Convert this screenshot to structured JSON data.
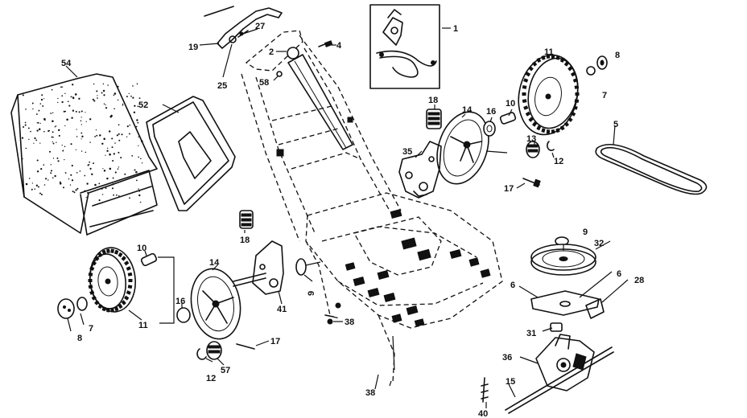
{
  "callouts": {
    "c1": "1",
    "c2": "2",
    "c4": "4",
    "c5": "5",
    "c6a": "6",
    "c6b": "6",
    "c7a": "7",
    "c7b": "7",
    "c8a": "8",
    "c8b": "8",
    "c9a": "9",
    "c9b": "9",
    "c10a": "10",
    "c10b": "10",
    "c11a": "11",
    "c11b": "11",
    "c12a": "12",
    "c12b": "12",
    "c13": "13",
    "c14a": "14",
    "c14b": "14",
    "c15": "15",
    "c16a": "16",
    "c16b": "16",
    "c17a": "17",
    "c17b": "17",
    "c18a": "18",
    "c18b": "18",
    "c19": "19",
    "c25": "25",
    "c27": "27",
    "c28": "28",
    "c31": "31",
    "c32": "32",
    "c35": "35",
    "c36": "36",
    "c38a": "38",
    "c38b": "38",
    "c40": "40",
    "c41": "41",
    "c52": "52",
    "c54": "54",
    "c57": "57",
    "c58": "58"
  },
  "colors": {
    "ink": "#111111",
    "paper": "#ffffff"
  }
}
